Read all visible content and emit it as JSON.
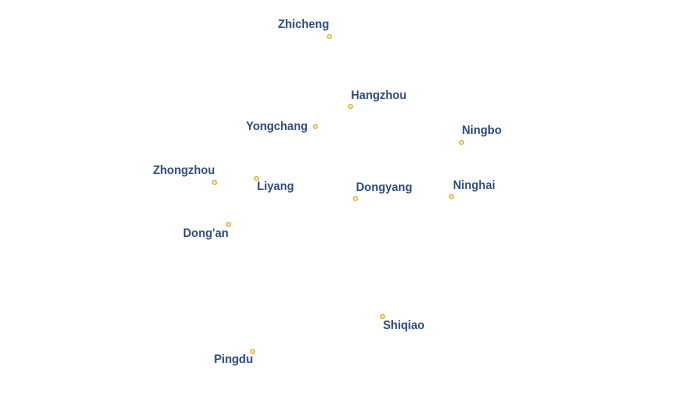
{
  "map": {
    "cities": [
      {
        "id": "zhicheng",
        "name": "Zhicheng"
      },
      {
        "id": "hangzhou",
        "name": "Hangzhou"
      },
      {
        "id": "yongchang",
        "name": "Yongchang"
      },
      {
        "id": "ningbo",
        "name": "Ningbo"
      },
      {
        "id": "zhongzhou",
        "name": "Zhongzhou"
      },
      {
        "id": "liyang",
        "name": "Liyang"
      },
      {
        "id": "dongyang",
        "name": "Dongyang"
      },
      {
        "id": "ninghai",
        "name": "Ninghai"
      },
      {
        "id": "dongan",
        "name": "Dong'an"
      },
      {
        "id": "shiqiao",
        "name": "Shiqiao"
      },
      {
        "id": "pingdu",
        "name": "Pingdu"
      }
    ],
    "colors": {
      "label": "#2b4a82",
      "marker_fill": "#fde9a8",
      "marker_stroke": "#e0a82e"
    }
  }
}
